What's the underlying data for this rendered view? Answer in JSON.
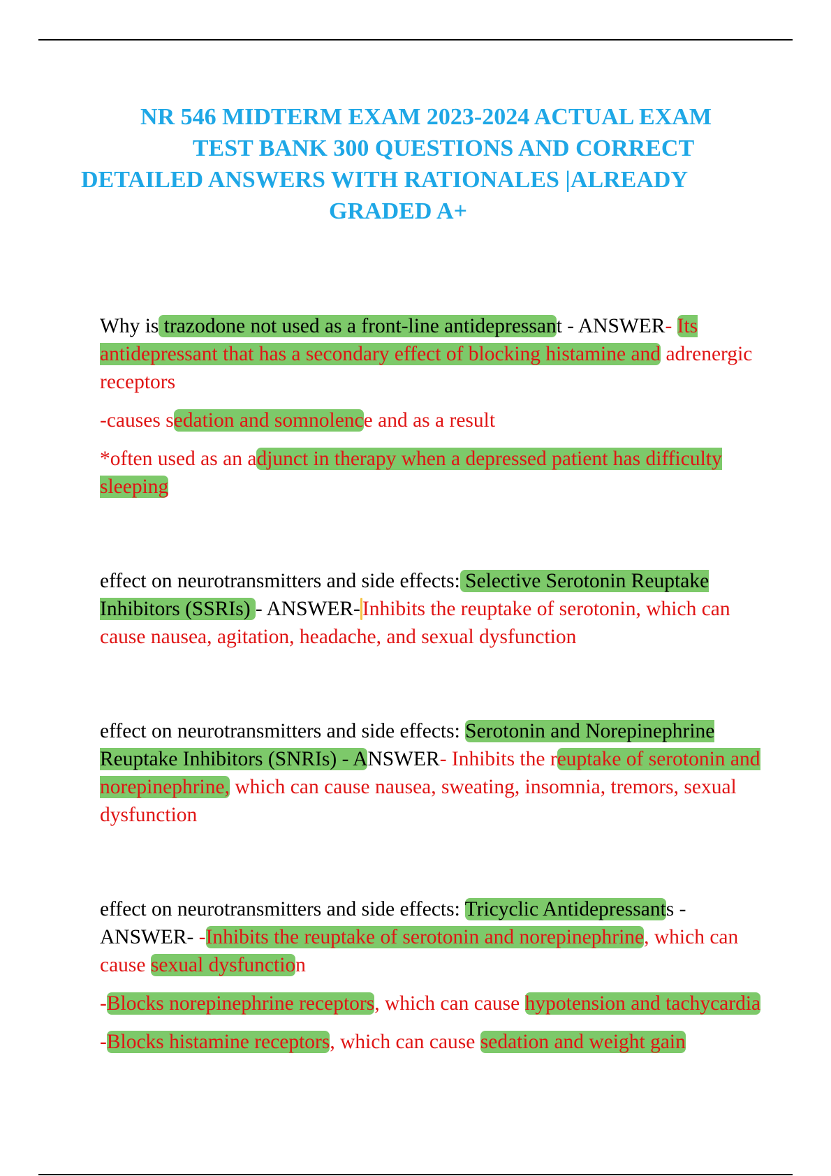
{
  "title": {
    "line1": "NR 546 MIDTERM EXAM 2023-2024 ACTUAL EXAM",
    "line2": "TEST BANK 300 QUESTIONS AND CORRECT",
    "line3": "DETAILED ANSWERS WITH RATIONALES |ALREADY",
    "line4": "GRADED A+"
  },
  "colors": {
    "title": "#1ea7e6",
    "answer_text": "#e01515",
    "highlight": "#7dc96a",
    "marker": "#f6c343"
  },
  "qa": [
    {
      "q_pre": "Why is",
      "q_hl": " trazodone not used as a front-line antidepressan",
      "q_post": "t - ANSWER",
      "a1_pre": "- ",
      "a1_hl": "Its antidepressant that has a secondary effect of blocking histamine and",
      "a1_post": " adrenergic receptors",
      "a2_pre": "-causes s",
      "a2_hl": "edation and somnolenc",
      "a2_post": "e and as a result",
      "a3_pre": "*often used as an a",
      "a3_hl": "djunct in therapy when a depressed patient has difficulty sleeping"
    },
    {
      "q_pre": "effect on neurotransmitters and side effects:",
      "q_hl": " Selective Serotonin Reuptake Inhibitors (SSRIs) ",
      "q_post": "- ANSWER-",
      "a_text": "Inhibits the reuptake of serotonin, which can cause nausea, agitation, headache, and sexual dysfunction"
    },
    {
      "q_pre": "effect on neurotransmitters and side effects: ",
      "q_hl": "Serotonin and Norepinephrine Reuptake Inhibitors (SNRIs) - A",
      "q_post": "NSWER",
      "a_pre": "- Inhibits the r",
      "a_hl": "euptake of serotonin and norepinephrine,",
      "a_post": " which can cause nausea, sweating, insomnia, tremors, sexual dysfunction"
    },
    {
      "q_pre": "effect on neurotransmitters and side effects: ",
      "q_hl": "Tricyclic Antidepressant",
      "q_post": "s - ANSWER- ",
      "a1_pre": "-",
      "a1_hl": "Inhibits the reuptake of serotonin and norepinephrine",
      "a1_mid": ", which can cause ",
      "a1_hl2": "sexual dysfunctio",
      "a1_post": "n",
      "a2_pre": "-",
      "a2_hl": "Blocks norepinephrine receptors",
      "a2_mid": ", which can cause ",
      "a2_hl2": "hypotension and tachycardia",
      "a3_pre": "-",
      "a3_hl": "Blocks histamine receptors",
      "a3_mid": ", which can cause ",
      "a3_hl2": "sedation and weight gain"
    }
  ]
}
